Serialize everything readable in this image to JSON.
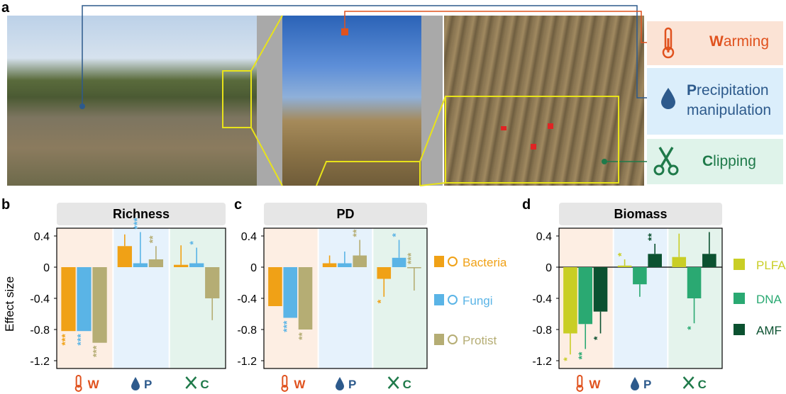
{
  "panels": {
    "a": "a",
    "b": "b",
    "c": "c",
    "d": "d"
  },
  "treatments_legend": {
    "warming": {
      "initial": "W",
      "rest": "arming",
      "color": "#e0521e"
    },
    "precipitation": {
      "initial": "P",
      "rest": "recipitation",
      "line2": "manipulation",
      "color": "#2d5a8c"
    },
    "clipping": {
      "initial": "C",
      "rest": "lipping",
      "color": "#1f7a4a"
    }
  },
  "icons": [
    "thermometer-icon",
    "water-drop-icon",
    "scissors-icon",
    "bacteria-icon",
    "fungi-icon",
    "protist-icon"
  ],
  "colors": {
    "bacteria": "#f0a116",
    "fungi": "#5ab4e6",
    "protist": "#b5ad74",
    "plfa": "#c9ce25",
    "dna": "#2aa972",
    "amf": "#0b5130",
    "warming_bg": "#fdeee3",
    "precip_bg": "#e6f2fc",
    "clip_bg": "#e4f3ec"
  },
  "axis_treatments": [
    "W",
    "P",
    "C"
  ],
  "ylabel": "Effect size",
  "chart_data": [
    {
      "panel": "b",
      "type": "bar",
      "title": "Richness",
      "ylabel": "Effect size",
      "ylim": [
        -1.3,
        0.5
      ],
      "yticks": [
        "0.4",
        "0",
        "-0.4",
        "-0.8",
        "-1.2"
      ],
      "categories": [
        "W",
        "P",
        "C"
      ],
      "series": [
        {
          "name": "Bacteria",
          "values": [
            -0.82,
            0.27,
            0.03
          ],
          "err": [
            [
              -0.82,
              -0.82
            ],
            [
              0.27,
              0.42
            ],
            [
              0.03,
              0.28
            ]
          ],
          "sig": [
            "***",
            "",
            ""
          ]
        },
        {
          "name": "Fungi",
          "values": [
            -0.82,
            0.05,
            0.05
          ],
          "err": [
            [
              -0.82,
              -0.82
            ],
            [
              0.05,
              0.45
            ],
            [
              0.05,
              0.25
            ]
          ],
          "sig": [
            "***",
            "***",
            "*"
          ]
        },
        {
          "name": "Protist",
          "values": [
            -0.97,
            0.1,
            -0.4
          ],
          "err": [
            [
              -0.97,
              -0.97
            ],
            [
              0.1,
              0.27
            ],
            [
              -0.4,
              -0.68
            ]
          ],
          "sig": [
            "***",
            "**",
            ""
          ]
        }
      ]
    },
    {
      "panel": "c",
      "type": "bar",
      "title": "PD",
      "ylim": [
        -1.3,
        0.5
      ],
      "yticks": [
        "0.4",
        "0",
        "-0.4",
        "-0.8",
        "-1.2"
      ],
      "categories": [
        "W",
        "P",
        "C"
      ],
      "series": [
        {
          "name": "Bacteria",
          "values": [
            -0.5,
            0.05,
            -0.15
          ],
          "err": [
            [
              -0.5,
              -0.5
            ],
            [
              0.05,
              0.15
            ],
            [
              -0.15,
              -0.38
            ]
          ],
          "sig": [
            "",
            "",
            "*"
          ]
        },
        {
          "name": "Fungi",
          "values": [
            -0.65,
            0.05,
            0.12
          ],
          "err": [
            [
              -0.65,
              -0.65
            ],
            [
              0.05,
              0.2
            ],
            [
              0.12,
              0.35
            ]
          ],
          "sig": [
            "***",
            "",
            "*"
          ]
        },
        {
          "name": "Protist",
          "values": [
            -0.8,
            0.15,
            0.0
          ],
          "err": [
            [
              -0.8,
              -0.8
            ],
            [
              0.15,
              0.35
            ],
            [
              0.0,
              -0.3
            ]
          ],
          "sig": [
            "**",
            "**",
            "***"
          ]
        }
      ],
      "legend": [
        "Bacteria",
        "Fungi",
        "Protist"
      ]
    },
    {
      "panel": "d",
      "type": "bar",
      "title": "Biomass",
      "ylim": [
        -1.3,
        0.5
      ],
      "yticks": [
        "0.4",
        "0",
        "-0.4",
        "-0.8",
        "-1.2"
      ],
      "categories": [
        "W",
        "P",
        "C"
      ],
      "series": [
        {
          "name": "PLFA",
          "values": [
            -0.85,
            0.02,
            0.13
          ],
          "err": [
            [
              -0.85,
              -1.12
            ],
            [
              0.02,
              0.1
            ],
            [
              0.13,
              0.43
            ]
          ],
          "sig": [
            "*",
            "*",
            ""
          ]
        },
        {
          "name": "DNA",
          "values": [
            -0.73,
            -0.22,
            -0.4
          ],
          "err": [
            [
              -0.73,
              -1.05
            ],
            [
              -0.22,
              -0.38
            ],
            [
              -0.4,
              -0.72
            ]
          ],
          "sig": [
            "**",
            "",
            "*"
          ]
        },
        {
          "name": "AMF",
          "values": [
            -0.57,
            0.17,
            0.17
          ],
          "err": [
            [
              -0.57,
              -0.85
            ],
            [
              0.17,
              0.3
            ],
            [
              0.17,
              0.45
            ]
          ],
          "sig": [
            "*",
            "**",
            ""
          ]
        }
      ],
      "legend": [
        "PLFA",
        "DNA",
        "AMF"
      ]
    }
  ]
}
